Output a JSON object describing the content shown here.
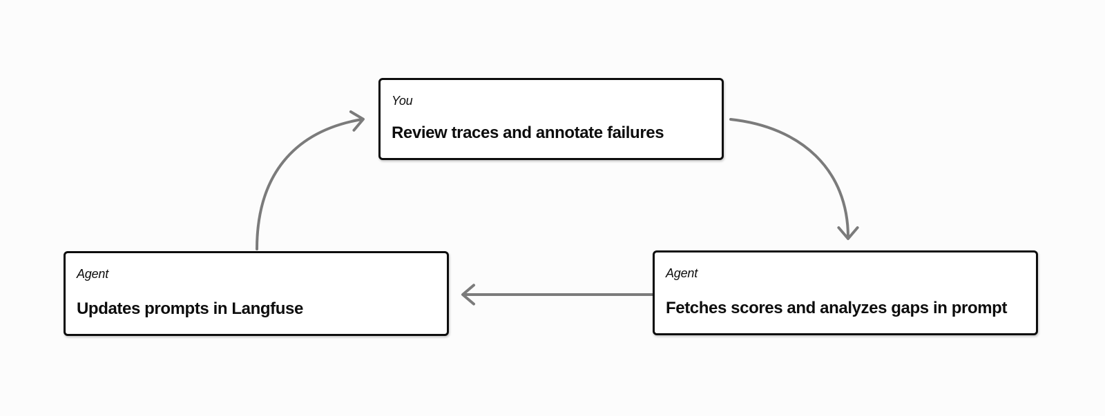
{
  "diagram": {
    "nodes": [
      {
        "id": "review-traces",
        "actor": "You",
        "title": "Review traces and annotate failures"
      },
      {
        "id": "fetch-scores",
        "actor": "Agent",
        "title": "Fetches scores and analyzes gaps in prompt"
      },
      {
        "id": "update-prompts",
        "actor": "Agent",
        "title": "Updates prompts in Langfuse"
      }
    ],
    "edges": [
      {
        "from": "update-prompts",
        "to": "review-traces"
      },
      {
        "from": "review-traces",
        "to": "fetch-scores"
      },
      {
        "from": "fetch-scores",
        "to": "update-prompts"
      }
    ],
    "colors": {
      "arrow": "#7b7b7b",
      "node_border": "#0d0d0d",
      "node_background": "#ffffff",
      "canvas_background": "#fcfcfc",
      "text": "#0d0d0d"
    }
  }
}
